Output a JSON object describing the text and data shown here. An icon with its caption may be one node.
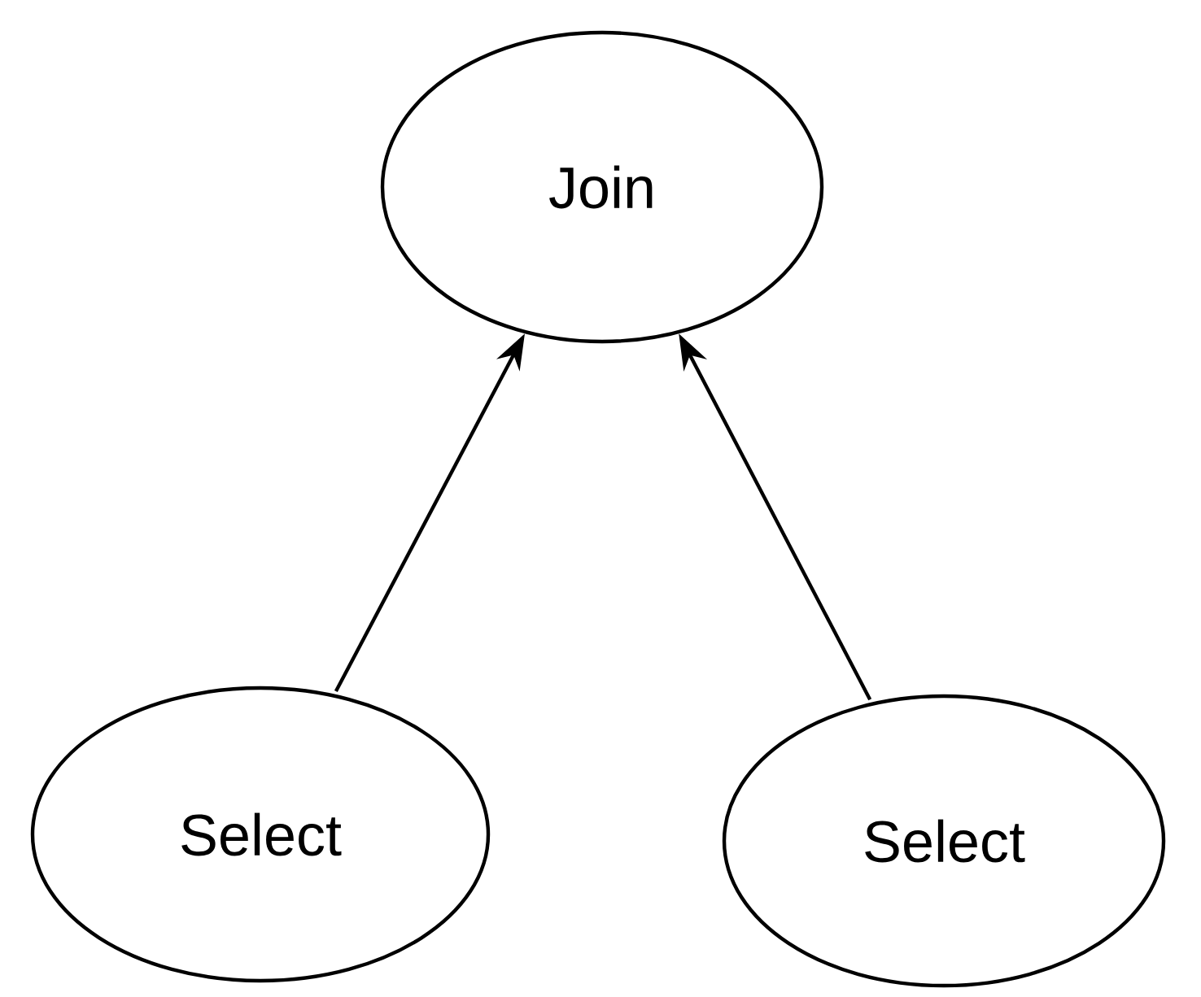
{
  "diagram": {
    "nodes": [
      {
        "text": [
          "Join"
        ]
      },
      {
        "text": [
          "Select"
        ]
      },
      {
        "text": [
          "Select"
        ]
      }
    ],
    "edges": [
      {
        "from": 1,
        "to": 0,
        "arrow": "to"
      },
      {
        "from": 2,
        "to": 0,
        "arrow": "to"
      }
    ]
  }
}
